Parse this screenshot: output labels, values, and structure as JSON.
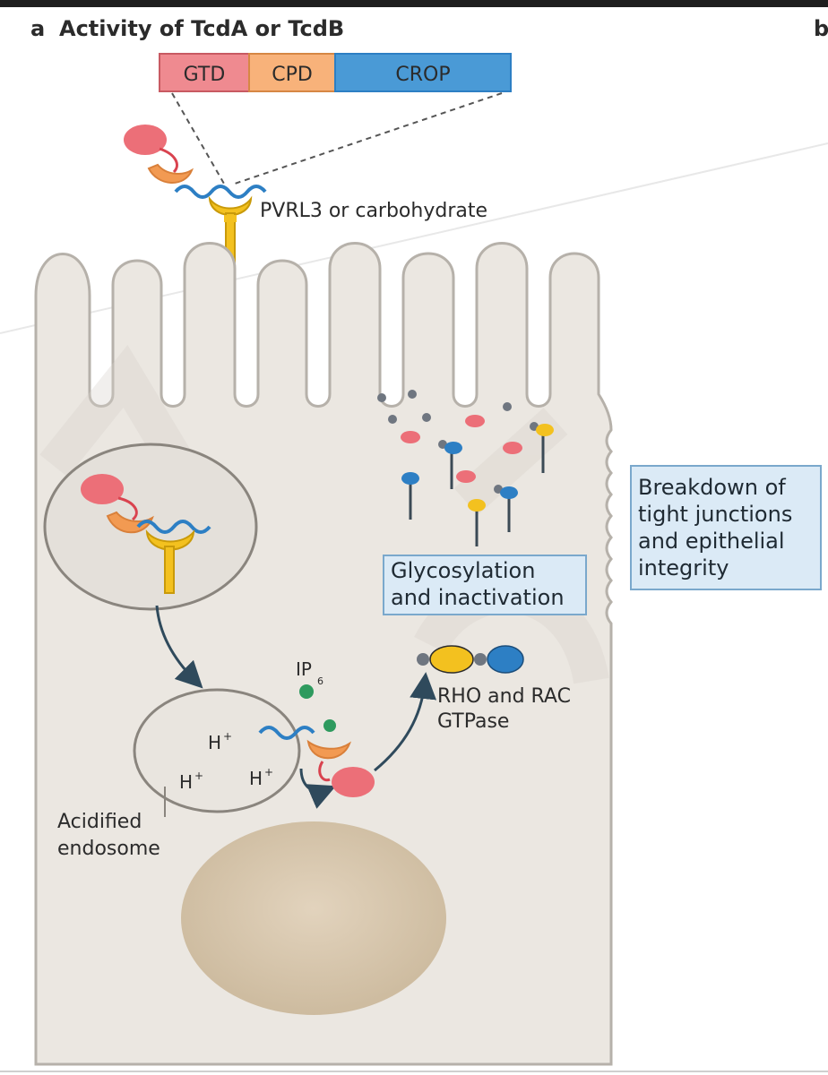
{
  "figure": {
    "panel_letter": "a",
    "panel_title": "Activity of TcdA or TcdB",
    "next_panel_letter": "b"
  },
  "domains": [
    {
      "label": "GTD",
      "color": "#ef7a82"
    },
    {
      "label": "CPD",
      "color": "#f6a86a"
    },
    {
      "label": "CROP",
      "color": "#3c8fcf"
    }
  ],
  "labels": {
    "receptor": "PVRL3 or carbohydrate",
    "glycosylation_line1": "Glycosylation",
    "glycosylation_line2": "and inactivation",
    "breakdown_line1": "Breakdown of",
    "breakdown_line2": "tight junctions",
    "breakdown_line3": "and epithelial",
    "breakdown_line4": "integrity",
    "ip6_main": "IP",
    "ip6_sub": "6",
    "gtpase_line1": "RHO and RAC",
    "gtpase_line2": "GTPase",
    "proton": "H",
    "proton_charge": "+",
    "endosome_line1": "Acidified",
    "endosome_line2": "endosome"
  },
  "colors": {
    "cell_fill": "#ebe7e1",
    "cell_stroke": "#b6b1aa",
    "gtd": "#ec6f78",
    "cpd": "#f29a52",
    "crop_line": "#2d7fc4",
    "receptor": "#f3c11f",
    "label_box_fill": "#dbeaf6",
    "label_box_stroke": "#7aa8cc",
    "arrow": "#2f4a5c",
    "ip6": "#2e9a5e"
  }
}
